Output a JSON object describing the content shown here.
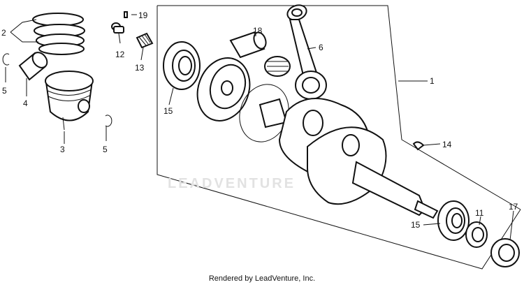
{
  "diagram": {
    "labels": {
      "p1": "1",
      "p2": "2",
      "p3": "3",
      "p4": "4",
      "p5a": "5",
      "p5b": "5",
      "p6": "6",
      "p11": "11",
      "p12": "12",
      "p13": "13",
      "p14": "14",
      "p15a": "15",
      "p15b": "15",
      "p17": "17",
      "p18": "18",
      "p19": "19"
    },
    "watermark": "LEADVENTURE",
    "credit": "Rendered by LeadVenture, Inc."
  }
}
